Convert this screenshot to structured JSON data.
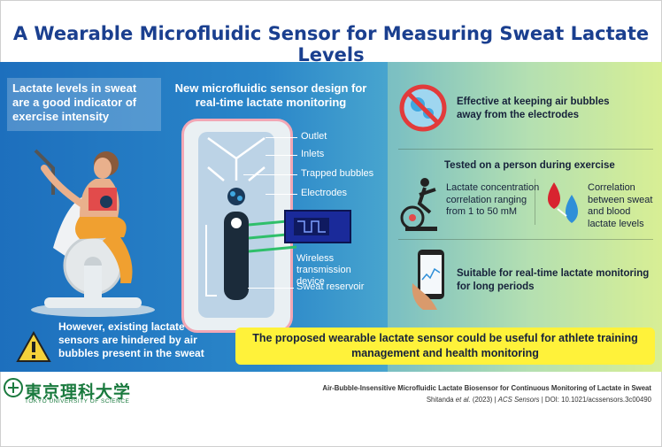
{
  "title": "A Wearable Microfluidic Sensor for Measuring Sweat Lactate Levels",
  "left": {
    "intro": "Lactate levels in sweat are a good indicator of exercise intensity",
    "warning": "However, existing lactate sensors are hindered by air bubbles present in the sweat"
  },
  "center": {
    "title": "New microfluidic sensor design for real-time lactate monitoring",
    "labels": {
      "outlet": "Outlet",
      "inlets": "Inlets",
      "trapped": "Trapped bubbles",
      "electrodes": "Electrodes",
      "wireless": "Wireless transmission device",
      "reservoir": "Sweat reservoir"
    }
  },
  "right": {
    "item1": "Effective at keeping air bubbles away from the electrodes",
    "tested_title": "Tested on a person during exercise",
    "tested_left": "Lactate concentration correlation ranging from 1 to 50 mM",
    "tested_right": "Correlation between sweat and blood lactate levels",
    "item3": "Suitable for real-time lactate monitoring for long periods"
  },
  "banner": "The proposed wearable lactate sensor could be useful for athlete training management and health monitoring",
  "footer": {
    "logo": "東京理科大学",
    "logo_sub": "TOKYO UNIVERSITY OF SCIENCE",
    "citation_title": "Air-Bubble-Insensitive Microfluidic Lactate Biosensor for Continuous Monitoring of Lactate in Sweat",
    "citation_authors": "Shitanda ",
    "citation_etal": "et al.",
    "citation_rest": " (2023)  |  ",
    "citation_journal": "ACS Sensors",
    "citation_doi": "  |  DOI: 10.1021/acssensors.3c00490"
  },
  "colors": {
    "title": "#1a3f8f",
    "banner": "#fff23a",
    "logo": "#1a7a3e"
  }
}
